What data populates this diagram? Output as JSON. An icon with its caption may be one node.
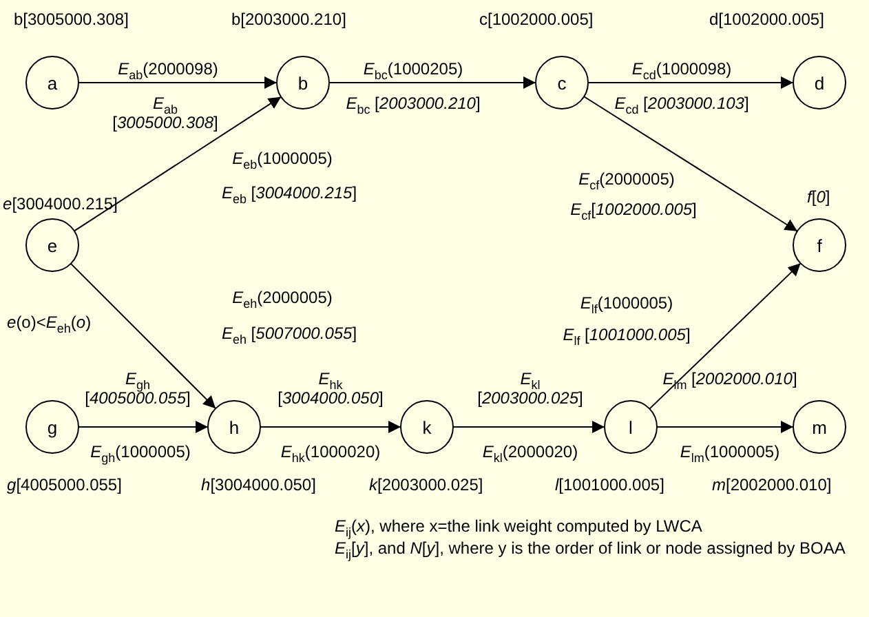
{
  "diagram": {
    "nodes": [
      {
        "text": [
          "a"
        ],
        "beside": [
          "b[3005000.308]"
        ]
      },
      {
        "text": [
          "b"
        ],
        "beside": [
          "b[2003000.210]"
        ]
      },
      {
        "text": [
          "c"
        ],
        "beside": [
          "c[1002000.005]"
        ]
      },
      {
        "text": [
          "d"
        ],
        "beside": [
          "d[1002000.005]"
        ]
      },
      {
        "text": [
          "e"
        ],
        "beside": [
          "*e*[3004000.215]"
        ]
      },
      {
        "text": [
          "f"
        ],
        "beside": [
          "*f*[*0*]"
        ]
      },
      {
        "text": [
          "g"
        ],
        "beside": [
          "*g*[4005000.055]"
        ]
      },
      {
        "text": [
          "h"
        ],
        "beside": [
          "*h*[3004000.050]"
        ]
      },
      {
        "text": [
          "k"
        ],
        "beside": [
          "*k*[2003000.025]"
        ]
      },
      {
        "text": [
          "l"
        ],
        "beside": [
          "*l*[1001000.005]"
        ]
      },
      {
        "text": [
          "m"
        ],
        "beside": [
          "*m*[2002000.010]"
        ]
      }
    ],
    "edges": [
      {
        "from": 0,
        "to": 1,
        "arrow": "to",
        "label": [
          "*E*$_{ab}$(2000098)",
          "*E*$_{ab}$ [*3005000.308*]"
        ]
      },
      {
        "from": 1,
        "to": 2,
        "arrow": "to",
        "label": [
          "*E*$_{bc}$(1000205)",
          "*E*$_{bc}$ [*2003000.210*]"
        ]
      },
      {
        "from": 2,
        "to": 3,
        "arrow": "to",
        "label": [
          "*E*$_{cd}$(1000098)",
          "*E*$_{cd}$ [*2003000.103*]"
        ]
      },
      {
        "from": 4,
        "to": 1,
        "arrow": "to",
        "label": [
          "*E*$_{eb}$(1000005)",
          "*E*$_{eb}$ [*3004000.215*]"
        ]
      },
      {
        "from": 2,
        "to": 5,
        "arrow": "to",
        "label": [
          "*E*$_{cf}$(2000005)",
          "*E*$_{cf}$[*1002000.005*]"
        ]
      },
      {
        "from": 4,
        "to": 7,
        "arrow": "to",
        "label": [
          "*E*$_{eh}$(2000005)",
          "*E*$_{eh}$ [*5007000.055*]"
        ]
      },
      {
        "from": 6,
        "to": 7,
        "arrow": "to",
        "label": [
          "*E*$_{gh}$ [*4005000.055*]",
          "*E*$_{gh}$(1000005)"
        ]
      },
      {
        "from": 7,
        "to": 8,
        "arrow": "to",
        "label": [
          "*E*$_{hk}$ [*3004000.050*]",
          "*E*$_{hk}$(1000020)"
        ]
      },
      {
        "from": 8,
        "to": 9,
        "arrow": "to",
        "label": [
          "*E*$_{kl}$ [*2003000.025*]",
          "*E*$_{kl}$(2000020)"
        ]
      },
      {
        "from": 9,
        "to": 5,
        "arrow": "to",
        "label": [
          "*E*$_{lf}$(1000005)",
          "*E*$_{lf}$ [*1001000.005*]"
        ]
      },
      {
        "from": 9,
        "to": 10,
        "arrow": "to",
        "label": [
          "*E*$_{lm}$ [*2002000.010*]",
          "*E*$_{lm}$(1000005)"
        ]
      }
    ],
    "labels": [
      "*e*(o)<*E*$_{eh}$(*o*)",
      "*E*$_{ij}$(*x*), where x=the link weight computed by LWCA",
      "*E*$_{ij}$[*y*], and *N*[*y*], where y is the order of link or node assigned by BOAA"
    ]
  }
}
